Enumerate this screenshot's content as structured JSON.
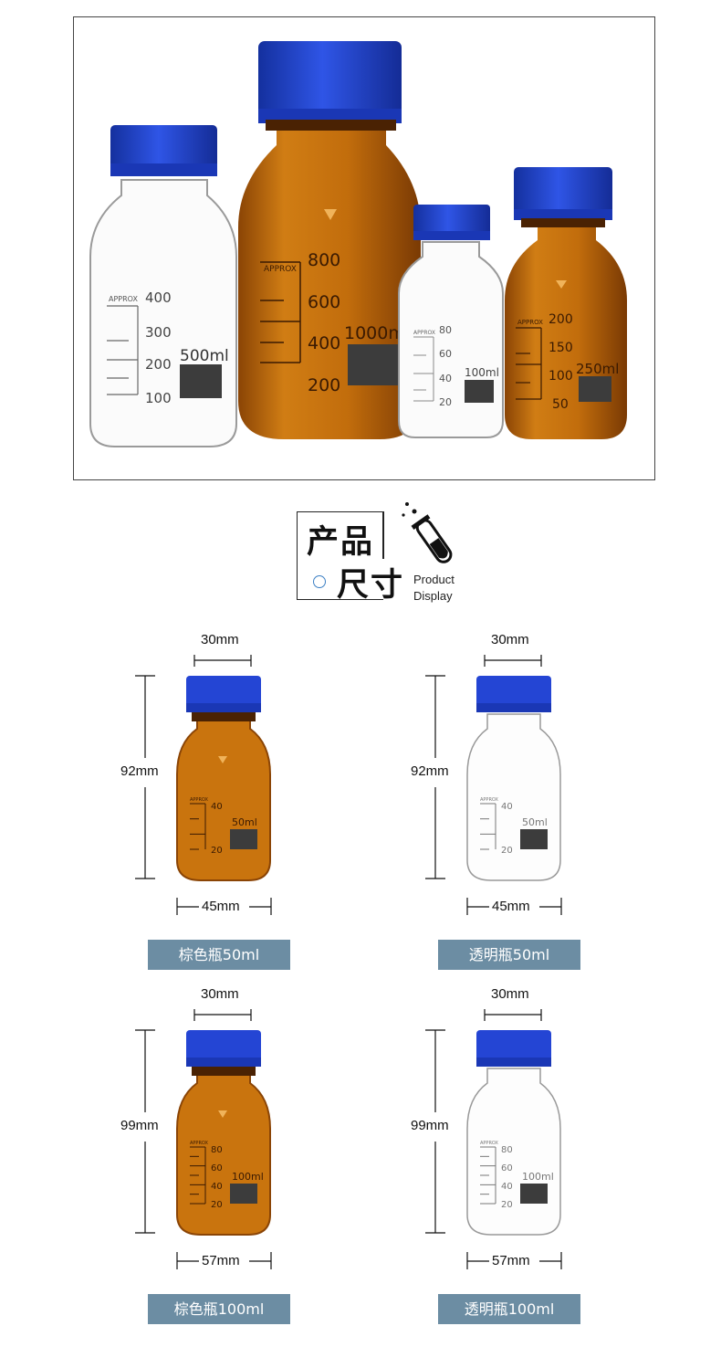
{
  "hero": {
    "bottles": [
      {
        "type": "clear",
        "approx_text": "APPROX",
        "ticks": [
          "400",
          "300",
          "200",
          "100"
        ],
        "volume": "500ml"
      },
      {
        "type": "amber",
        "approx_text": "APPROX",
        "ticks": [
          "800",
          "600",
          "400",
          "200"
        ],
        "volume": "1000ml"
      },
      {
        "type": "clear",
        "approx_text": "APPROX",
        "ticks": [
          "80",
          "60",
          "40",
          "20"
        ],
        "volume": "100ml"
      },
      {
        "type": "amber",
        "approx_text": "APPROX",
        "ticks": [
          "200",
          "150",
          "100",
          "50"
        ],
        "volume": "250ml"
      }
    ]
  },
  "heading": {
    "title_line1": "产品",
    "title_line2": "尺寸",
    "en_line1": "Product",
    "en_line2": "Display"
  },
  "products": [
    {
      "label": "棕色瓶50ml",
      "type": "amber",
      "cap_width": "30mm",
      "height": "92mm",
      "body_width": "45mm",
      "approx_text": "APPROX",
      "ticks": [
        "40",
        "20"
      ],
      "volume": "50ml"
    },
    {
      "label": "透明瓶50ml",
      "type": "clear",
      "cap_width": "30mm",
      "height": "92mm",
      "body_width": "45mm",
      "approx_text": "APPROX",
      "ticks": [
        "40",
        "20"
      ],
      "volume": "50ml"
    },
    {
      "label": "棕色瓶100ml",
      "type": "amber",
      "cap_width": "30mm",
      "height": "99mm",
      "body_width": "57mm",
      "approx_text": "APPROX",
      "ticks": [
        "80",
        "60",
        "40",
        "20"
      ],
      "volume": "100ml"
    },
    {
      "label": "透明瓶100ml",
      "type": "clear",
      "cap_width": "30mm",
      "height": "99mm",
      "body_width": "57mm",
      "approx_text": "APPROX",
      "ticks": [
        "80",
        "60",
        "40",
        "20"
      ],
      "volume": "100ml"
    }
  ],
  "colors": {
    "cap": "#1f3fc8",
    "amber": "#c9740e",
    "label_bg": "#6c8da3",
    "patch": "#3c3c3c"
  }
}
